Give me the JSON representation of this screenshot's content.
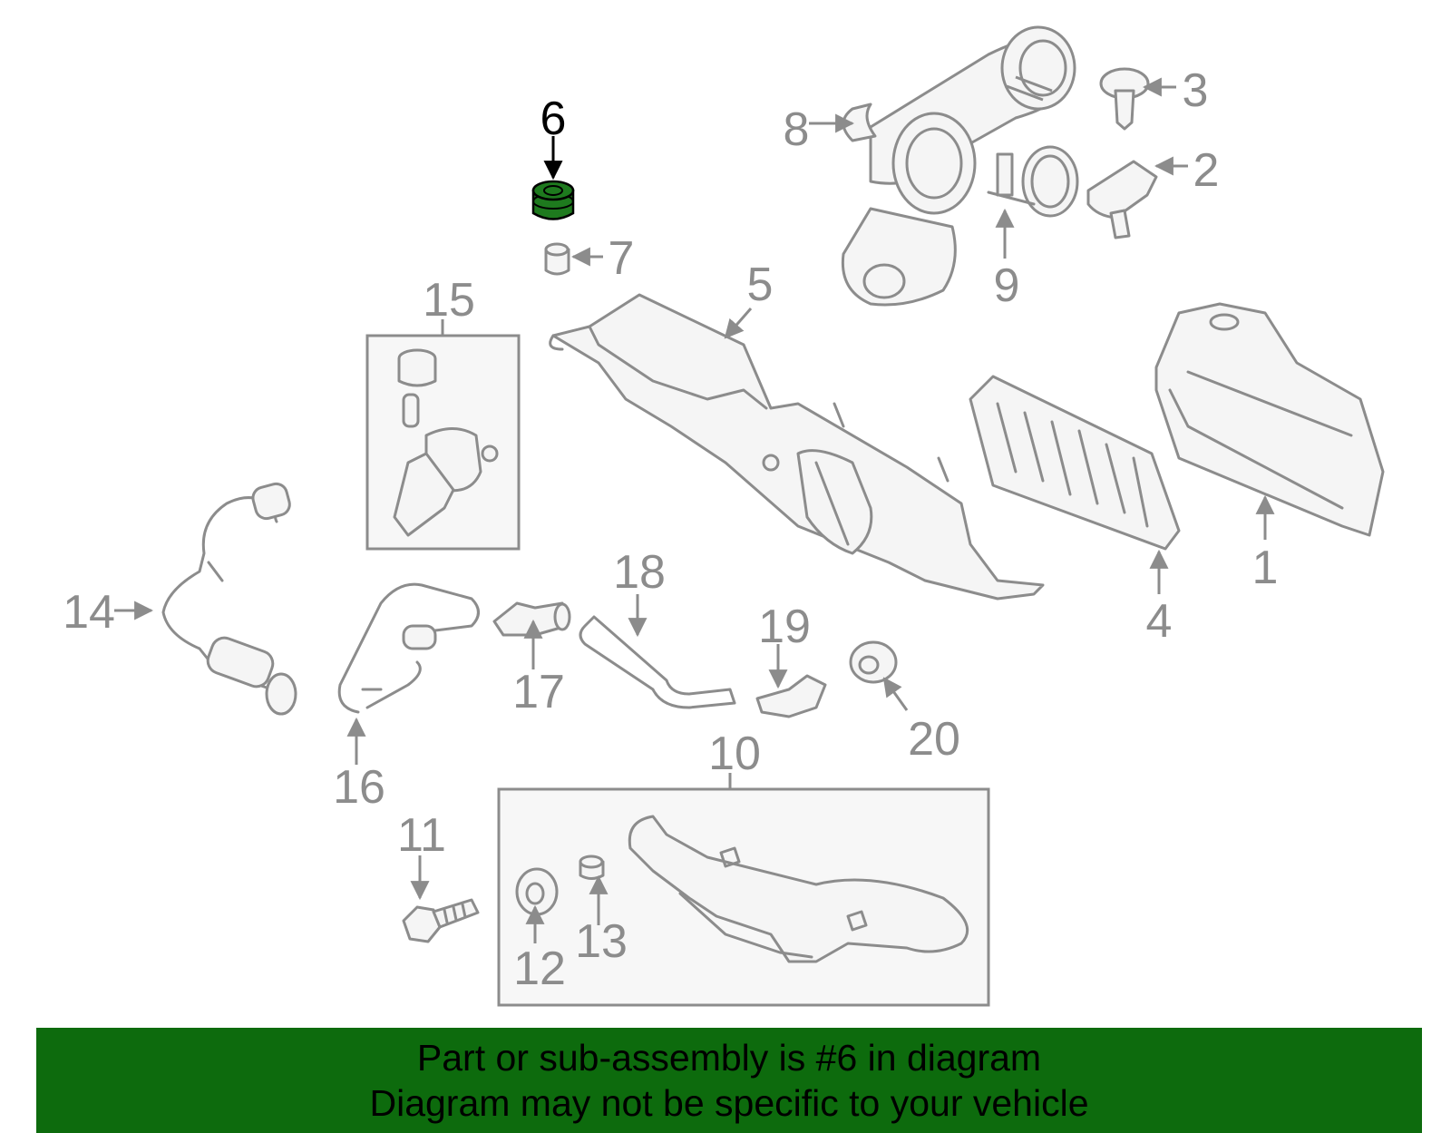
{
  "labels": {
    "p1": "1",
    "p2": "2",
    "p3": "3",
    "p4": "4",
    "p5": "5",
    "p6": "6",
    "p7": "7",
    "p8": "8",
    "p9": "9",
    "p10": "10",
    "p11": "11",
    "p12": "12",
    "p13": "13",
    "p14": "14",
    "p15": "15",
    "p16": "16",
    "p17": "17",
    "p18": "18",
    "p19": "19",
    "p20": "20"
  },
  "highlight": {
    "part": "6",
    "color": "#1e7a1e"
  },
  "banner": {
    "line1": "Part or sub-assembly is #6 in diagram",
    "line2": "Diagram may not be specific to your vehicle",
    "background": "#0d6b0d"
  }
}
